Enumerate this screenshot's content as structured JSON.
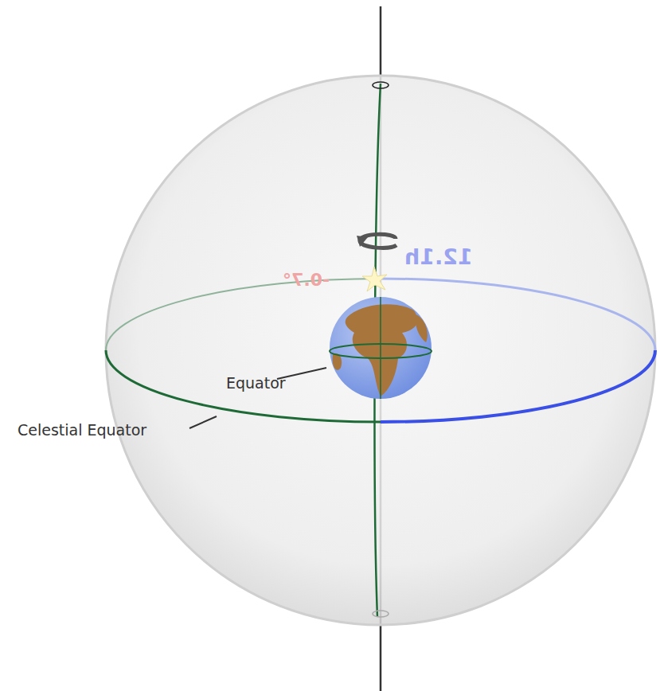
{
  "diagram": {
    "labels": [
      "12.1h",
      "-0.7°",
      "Equator",
      "Celestial Equator"
    ]
  }
}
